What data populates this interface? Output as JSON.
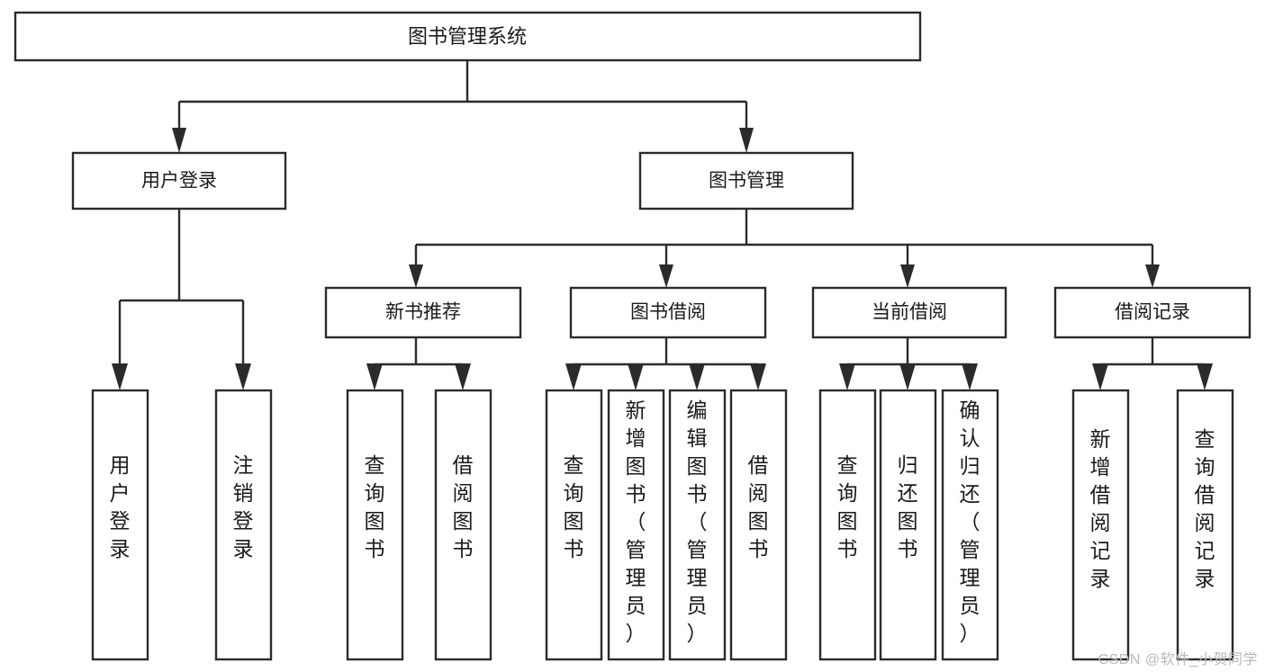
{
  "diagram": {
    "type": "tree-hierarchy",
    "title": "图书管理系统",
    "orientation": "top-down",
    "colors": {
      "box_stroke": "#2b2b2b",
      "box_fill": "#ffffff",
      "text": "#1a1a1a",
      "background": "#ffffff",
      "watermark": "#b9b9b9"
    },
    "root": {
      "label": "图书管理系统"
    },
    "level2": [
      {
        "id": "user-login",
        "label": "用户登录"
      },
      {
        "id": "book-management",
        "label": "图书管理"
      }
    ],
    "level3": [
      {
        "id": "new-book-recommend",
        "label": "新书推荐",
        "parent": "book-management"
      },
      {
        "id": "book-borrow",
        "label": "图书借阅",
        "parent": "book-management"
      },
      {
        "id": "current-borrow",
        "label": "当前借阅",
        "parent": "book-management"
      },
      {
        "id": "borrow-record",
        "label": "借阅记录",
        "parent": "book-management"
      }
    ],
    "leaves": {
      "user-login": [
        {
          "id": "leaf-user-login",
          "label": "用户登录"
        },
        {
          "id": "leaf-logout",
          "label": "注销登录"
        }
      ],
      "new-book-recommend": [
        {
          "id": "leaf-query-book-1",
          "label": "查询图书"
        },
        {
          "id": "leaf-borrow-book-1",
          "label": "借阅图书"
        }
      ],
      "book-borrow": [
        {
          "id": "leaf-query-book-2",
          "label": "查询图书"
        },
        {
          "id": "leaf-add-book",
          "label": "新增图书（管理员）"
        },
        {
          "id": "leaf-edit-book",
          "label": "编辑图书（管理员）"
        },
        {
          "id": "leaf-borrow-book-2",
          "label": "借阅图书"
        }
      ],
      "current-borrow": [
        {
          "id": "leaf-query-book-3",
          "label": "查询图书"
        },
        {
          "id": "leaf-return-book",
          "label": "归还图书"
        },
        {
          "id": "leaf-confirm-return",
          "label": "确认归还（管理员）"
        }
      ],
      "borrow-record": [
        {
          "id": "leaf-add-record",
          "label": "新增借阅记录"
        },
        {
          "id": "leaf-query-record",
          "label": "查询借阅记录"
        }
      ]
    }
  },
  "watermark": {
    "text": "CSDN @软件_小贺同学"
  }
}
